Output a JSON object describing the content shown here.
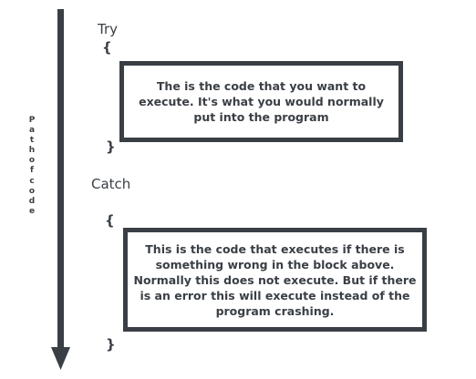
{
  "path_label": "Pathofcode",
  "try": {
    "keyword": "Try",
    "open_brace": "{",
    "close_brace": "}",
    "box_lines": [
      "The is the code that you want to",
      "execute.  It's what you would normally",
      "put into the program"
    ]
  },
  "catch": {
    "keyword": "Catch",
    "open_brace": "{",
    "close_brace": "}",
    "box_lines": [
      "This is the code that executes if there is",
      "something wrong in the block above.",
      "Normally this does not execute.  But if there",
      "is an error this will execute instead of the",
      "program crashing."
    ]
  },
  "colors": {
    "ink": "#3a3f45",
    "background": "#ffffff"
  }
}
